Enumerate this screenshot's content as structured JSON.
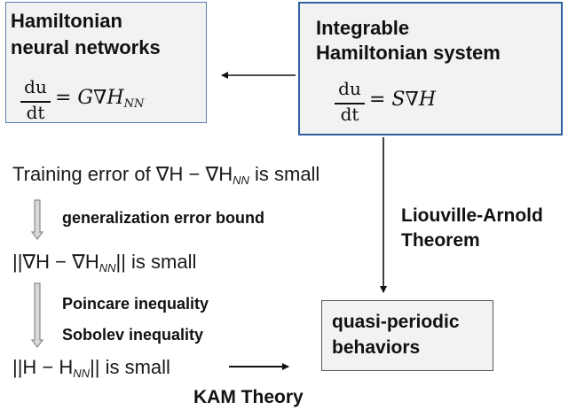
{
  "hnn_box": {
    "title_line1": "Hamiltonian",
    "title_line2": "neural networks",
    "frac_num": "du",
    "frac_den": "dt",
    "rhs_prefix": "= G∇H",
    "rhs_sub": "NN"
  },
  "integrable_box": {
    "title_line1": "Integrable",
    "title_line2": "Hamiltonian system",
    "frac_num": "du",
    "frac_den": "dt",
    "rhs": "= S∇H"
  },
  "steps": {
    "training_prefix": "Training error of ∇H − ∇H",
    "training_sub": "NN",
    "training_suffix": " is small",
    "gen_bound": "generalization error bound",
    "gradnorm_prefix": "||∇H − ∇H",
    "gradnorm_sub": "NN",
    "gradnorm_suffix": "|| is small",
    "poincare": "Poincare inequality",
    "sobolev": "Sobolev inequality",
    "hnorm_prefix": "||H − H",
    "hnorm_sub": "NN",
    "hnorm_suffix": "|| is small"
  },
  "liouville_line1": "Liouville-Arnold",
  "liouville_line2": "Theorem",
  "qp_line1": "quasi-periodic",
  "qp_line2": "behaviors",
  "kam": "KAM Theory"
}
